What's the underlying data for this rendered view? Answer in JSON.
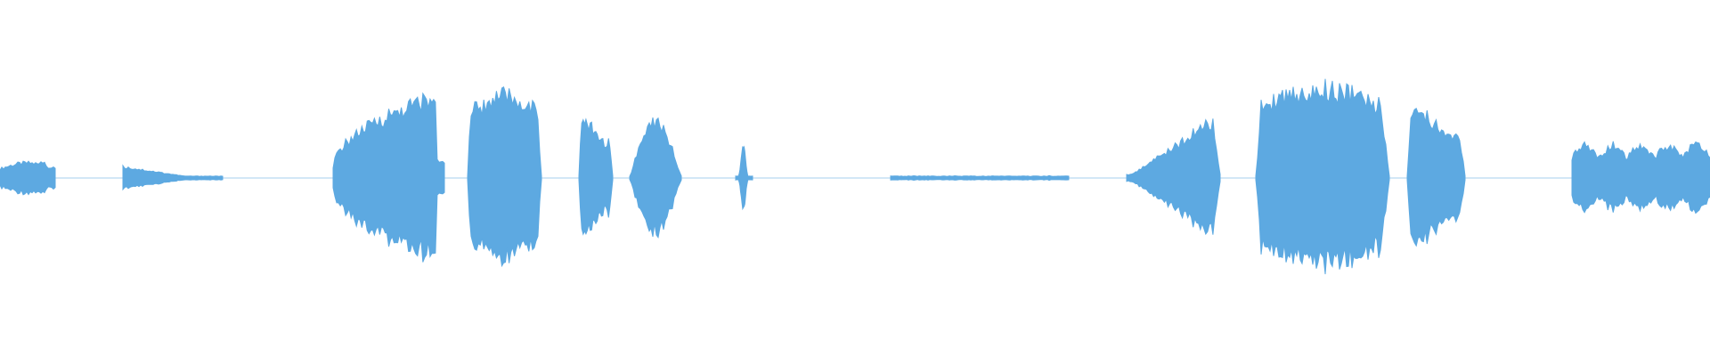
{
  "waveform": {
    "color": "#5DA9E1",
    "background": "#FFFFFF",
    "segments": [
      {
        "name": "segment-1",
        "shape": "noise-burst",
        "level": 0.18
      },
      {
        "name": "segment-2",
        "shape": "small-burst",
        "level": 0.12
      },
      {
        "name": "segment-3",
        "shape": "large-rising",
        "level": 0.83
      },
      {
        "name": "segment-4",
        "shape": "large-block",
        "level": 0.87
      },
      {
        "name": "segment-5",
        "shape": "medium-block",
        "level": 0.59
      },
      {
        "name": "segment-6",
        "shape": "medium-bulge",
        "level": 0.6
      },
      {
        "name": "segment-7",
        "shape": "thin-spike",
        "level": 0.34
      },
      {
        "name": "segment-8",
        "shape": "flat-noise",
        "level": 0.07
      },
      {
        "name": "segment-9",
        "shape": "triangle-rise",
        "level": 0.61
      },
      {
        "name": "segment-10",
        "shape": "large-block",
        "level": 0.95
      },
      {
        "name": "segment-11",
        "shape": "medium-block",
        "level": 0.69
      },
      {
        "name": "segment-12",
        "shape": "end-burst",
        "level": 0.39
      }
    ]
  }
}
